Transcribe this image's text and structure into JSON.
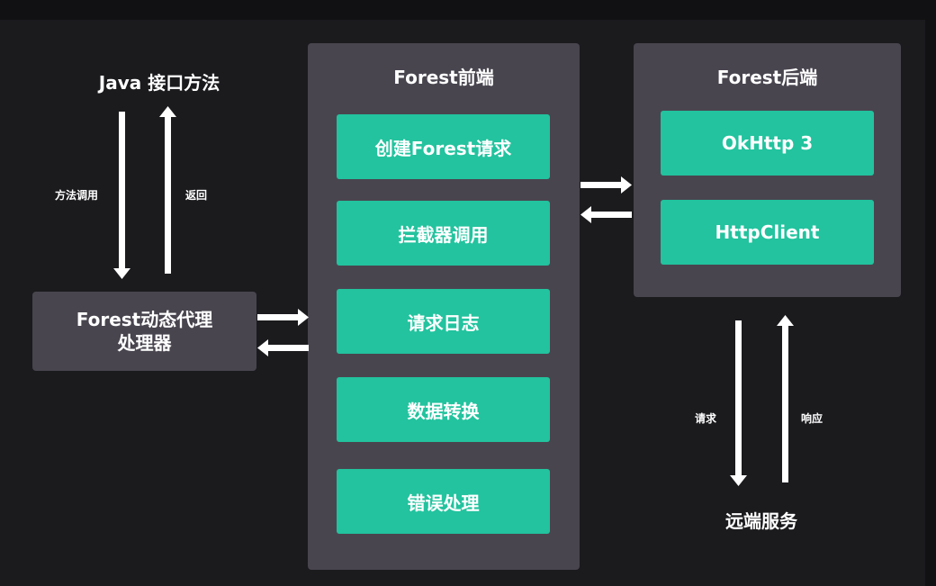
{
  "left": {
    "title": "Java 接口方法",
    "call_label": "方法调用",
    "return_label": "返回",
    "proxy_line1": "Forest动态代理",
    "proxy_line2": "处理器"
  },
  "frontend": {
    "title": "Forest前端",
    "steps": [
      "创建Forest请求",
      "拦截器调用",
      "请求日志",
      "数据转换",
      "错误处理"
    ]
  },
  "backend": {
    "title": "Forest后端",
    "items": [
      "OkHttp 3",
      "HttpClient"
    ]
  },
  "remote": {
    "title": "远端服务",
    "request_label": "请求",
    "response_label": "响应"
  },
  "colors": {
    "background": "#1b1b1e",
    "panel": "#49454f",
    "accent": "#22c39e",
    "text": "#ffffff"
  }
}
